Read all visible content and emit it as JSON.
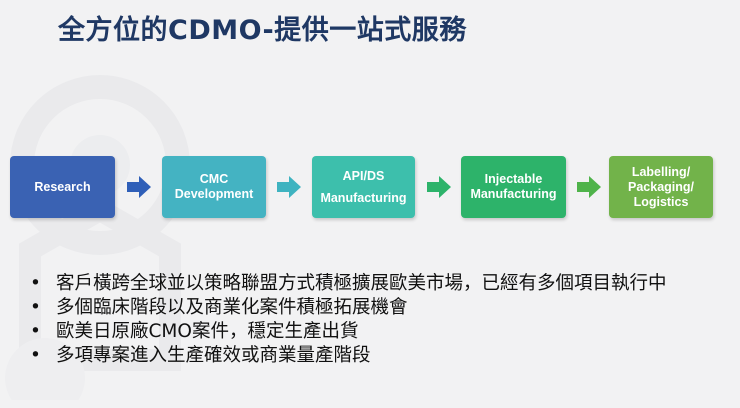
{
  "title": "全方位的CDMO-提供一站式服務",
  "colors": {
    "title": "#1f3864",
    "research": "#3a62b3",
    "cmc": "#44b3c2",
    "api": "#3dbfac",
    "injectable": "#2db36a",
    "labelling": "#72b34a"
  },
  "flow": {
    "steps": [
      {
        "label": "Research"
      },
      {
        "label": "CMC\nDevelopment"
      },
      {
        "label": "API/DS\n\nManufacturing"
      },
      {
        "label": "Injectable\nManufacturing"
      },
      {
        "label": "Labelling/\nPackaging/\nLogistics"
      }
    ]
  },
  "bullets": [
    {
      "marker": "•",
      "text": "客戶橫跨全球並以策略聯盟方式積極擴展歐美市場，已經有多個項目執行中"
    },
    {
      "marker": "•",
      "text": "多個臨床階段以及商業化案件積極拓展機會"
    },
    {
      "marker": "•",
      "text": "歐美日原廠CMO案件，穩定生產出貨"
    },
    {
      "marker": "•",
      "text": "多項專案進入生產確效或商業量產階段"
    }
  ]
}
